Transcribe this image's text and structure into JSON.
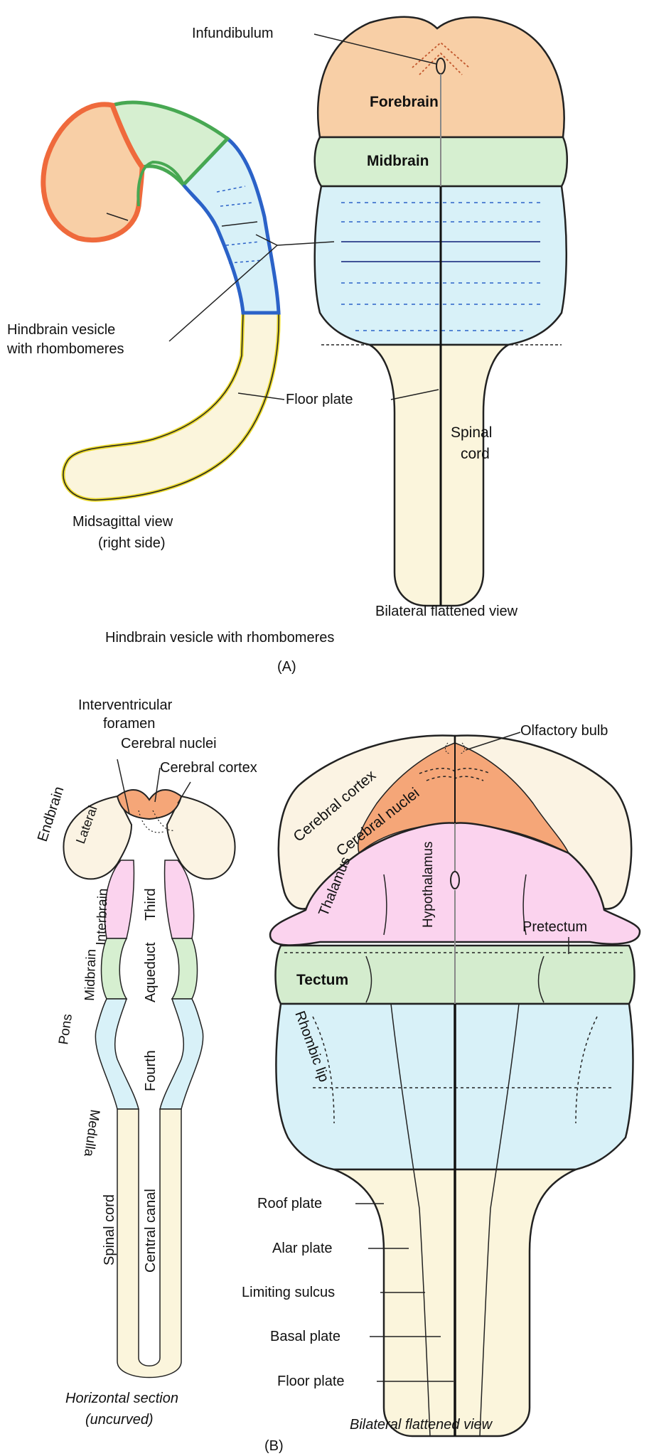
{
  "panel_a": {
    "panel_label": "(A)",
    "labels": {
      "infundibulum": "Infundibulum",
      "forebrain": "Forebrain",
      "midbrain": "Midbrain",
      "hindbrain_vesicle_1": "Hindbrain vesicle",
      "hindbrain_vesicle_2": "with rhombomeres",
      "floor_plate": "Floor plate",
      "spinal": "Spinal",
      "cord": "cord",
      "midsagittal_1": "Midsagittal view",
      "midsagittal_2": "(right side)",
      "bilateral": "Bilateral flattened view",
      "caption": "Hindbrain vesicle with rhombomeres"
    }
  },
  "panel_b": {
    "panel_label": "(B)",
    "labels": {
      "interventricular_1": "Interventricular",
      "interventricular_2": "foramen",
      "cerebral_nuclei_top": "Cerebral nuclei",
      "cerebral_cortex_top": "Cerebral cortex",
      "olfactory_bulb": "Olfactory bulb",
      "endbrain": "Endbrain",
      "lateral": "Lateral",
      "interbrain": "Interbrain",
      "third": "Third",
      "midbrain": "Midbrain",
      "aqueduct": "Aqueduct",
      "pons": "Pons",
      "fourth": "Fourth",
      "medulla": "Medulla",
      "spinal_cord": "Spinal cord",
      "central_canal": "Central canal",
      "horizontal_1": "Horizontal section",
      "horizontal_2": "(uncurved)",
      "cerebral_cortex": "Cerebral cortex",
      "cerebral_nuclei": "Cerebral nuclei",
      "thalamus": "Thalamus",
      "hypothalamus": "Hypothalamus",
      "pretectum": "Pretectum",
      "tectum": "Tectum",
      "rhombic_lip": "Rhombic lip",
      "roof_plate": "Roof plate",
      "alar_plate": "Alar plate",
      "limiting_sulcus": "Limiting sulcus",
      "basal_plate": "Basal plate",
      "floor_plate": "Floor plate",
      "bilateral": "Bilateral flattened view"
    }
  },
  "colors": {
    "forebrain": "#f8cfa6",
    "midbrain": "#d6efd0",
    "hindbrain": "#d8f1f8",
    "spinal": "#fbf5dc",
    "telencephalon_outline": "#ef6a3c",
    "midbrain_outline": "#47a852",
    "hindbrain_outline": "#2b62c8",
    "spinal_outline": "#e9d82a",
    "cortex": "#fbf3e3",
    "nuclei": "#f5a678",
    "diencephalon": "#fbd3ee",
    "tectum": "#d4ecce"
  }
}
